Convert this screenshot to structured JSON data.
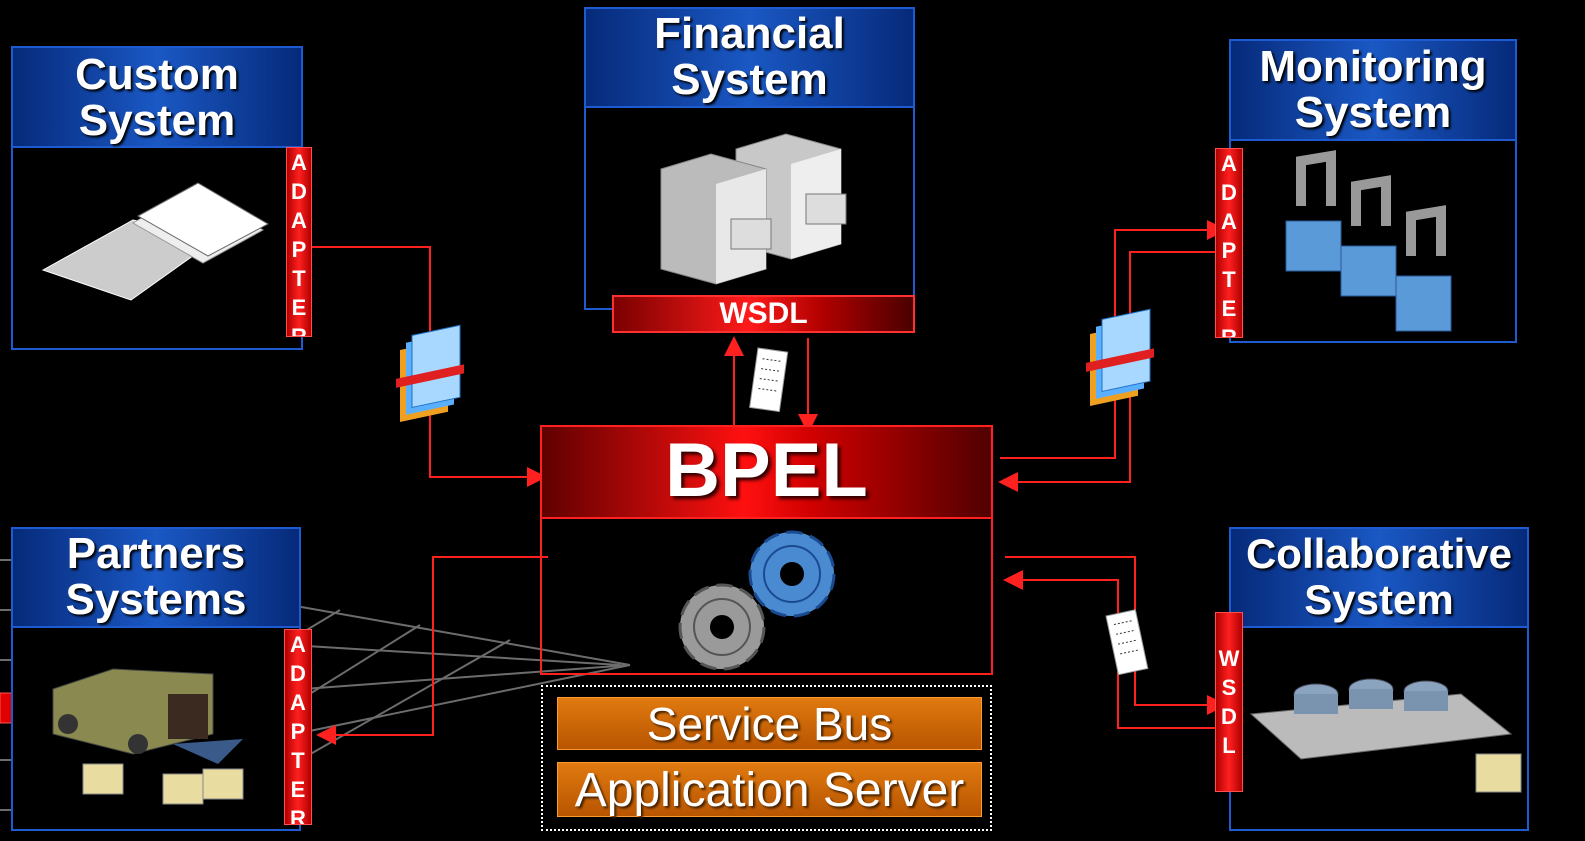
{
  "systems": {
    "custom": {
      "line1": "Custom",
      "line2": "System",
      "adapter": [
        "A",
        "D",
        "A",
        "P",
        "T",
        "E",
        "R"
      ]
    },
    "financial": {
      "line1": "Financial",
      "line2": "System",
      "wsdl": "WSDL"
    },
    "monitoring": {
      "line1": "Monitoring",
      "line2": "System",
      "adapter": [
        "A",
        "D",
        "A",
        "P",
        "T",
        "E",
        "R"
      ]
    },
    "partners": {
      "line1": "Partners",
      "line2": "Systems",
      "adapter": [
        "A",
        "D",
        "A",
        "P",
        "T",
        "E",
        "R"
      ]
    },
    "collaborative": {
      "line1": "Collaborative",
      "line2": "System",
      "wsdl": [
        "W",
        "S",
        "D",
        "L"
      ]
    }
  },
  "bpel": {
    "title": "BPEL"
  },
  "infrastructure": {
    "service_bus": "Service Bus",
    "app_server": "Application Server"
  },
  "colors": {
    "connector": "#ff2020",
    "system_border": "#1f5bd0",
    "bpel_red": "#ff1010",
    "bus_orange": "#d06a10"
  },
  "icons": [
    "folder-icon",
    "filing-cabinet-icon",
    "robot-arm-icon",
    "truck-icon",
    "conveyor-icon",
    "gears-icon",
    "document-icon",
    "message-stack-icon"
  ]
}
